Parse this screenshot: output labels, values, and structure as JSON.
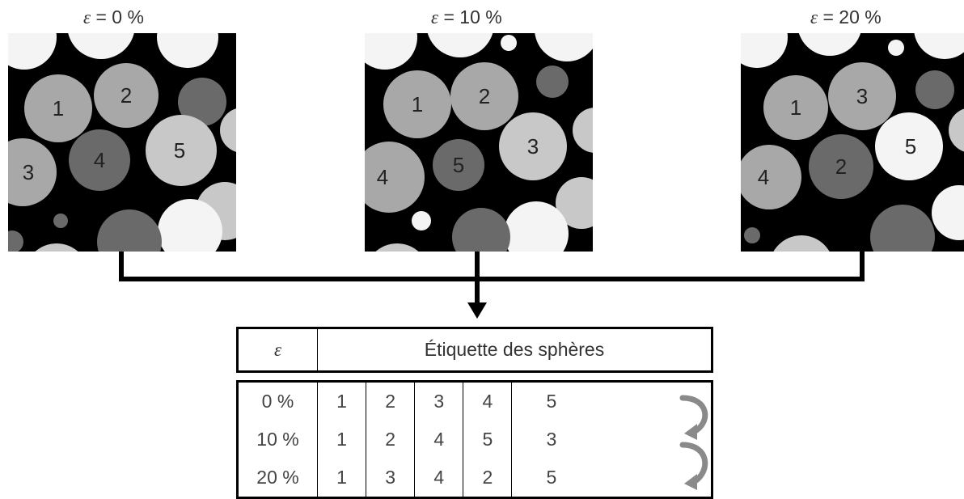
{
  "panels": [
    {
      "caption": {
        "symbol": "ε",
        "value": "= 0 %"
      },
      "labels": [
        "1",
        "2",
        "4",
        "5",
        "3"
      ]
    },
    {
      "caption": {
        "symbol": "ε",
        "value": "= 10 %"
      },
      "labels": [
        "1",
        "2",
        "5",
        "3",
        "4"
      ]
    },
    {
      "caption": {
        "symbol": "ε",
        "value": "= 20 %"
      },
      "labels": [
        "1",
        "3",
        "2",
        "5",
        "4"
      ]
    }
  ],
  "table": {
    "header": {
      "epsilon": "ε",
      "title": "Étiquette des sphères"
    },
    "rows": [
      {
        "eps": "0 %",
        "labels": [
          "1",
          "2",
          "3",
          "4",
          "5"
        ]
      },
      {
        "eps": "10 %",
        "labels": [
          "1",
          "2",
          "4",
          "5",
          "3"
        ]
      },
      {
        "eps": "20 %",
        "labels": [
          "1",
          "3",
          "4",
          "2",
          "5"
        ]
      }
    ]
  },
  "colors": {
    "background": "#000000",
    "sphere_white": "#f4f4f4",
    "sphere_light": "#c8c8c8",
    "sphere_mid": "#a8a8a8",
    "sphere_dark": "#6a6a6a",
    "connector": "#000000",
    "swap_arrow": "#8a8a8a"
  }
}
